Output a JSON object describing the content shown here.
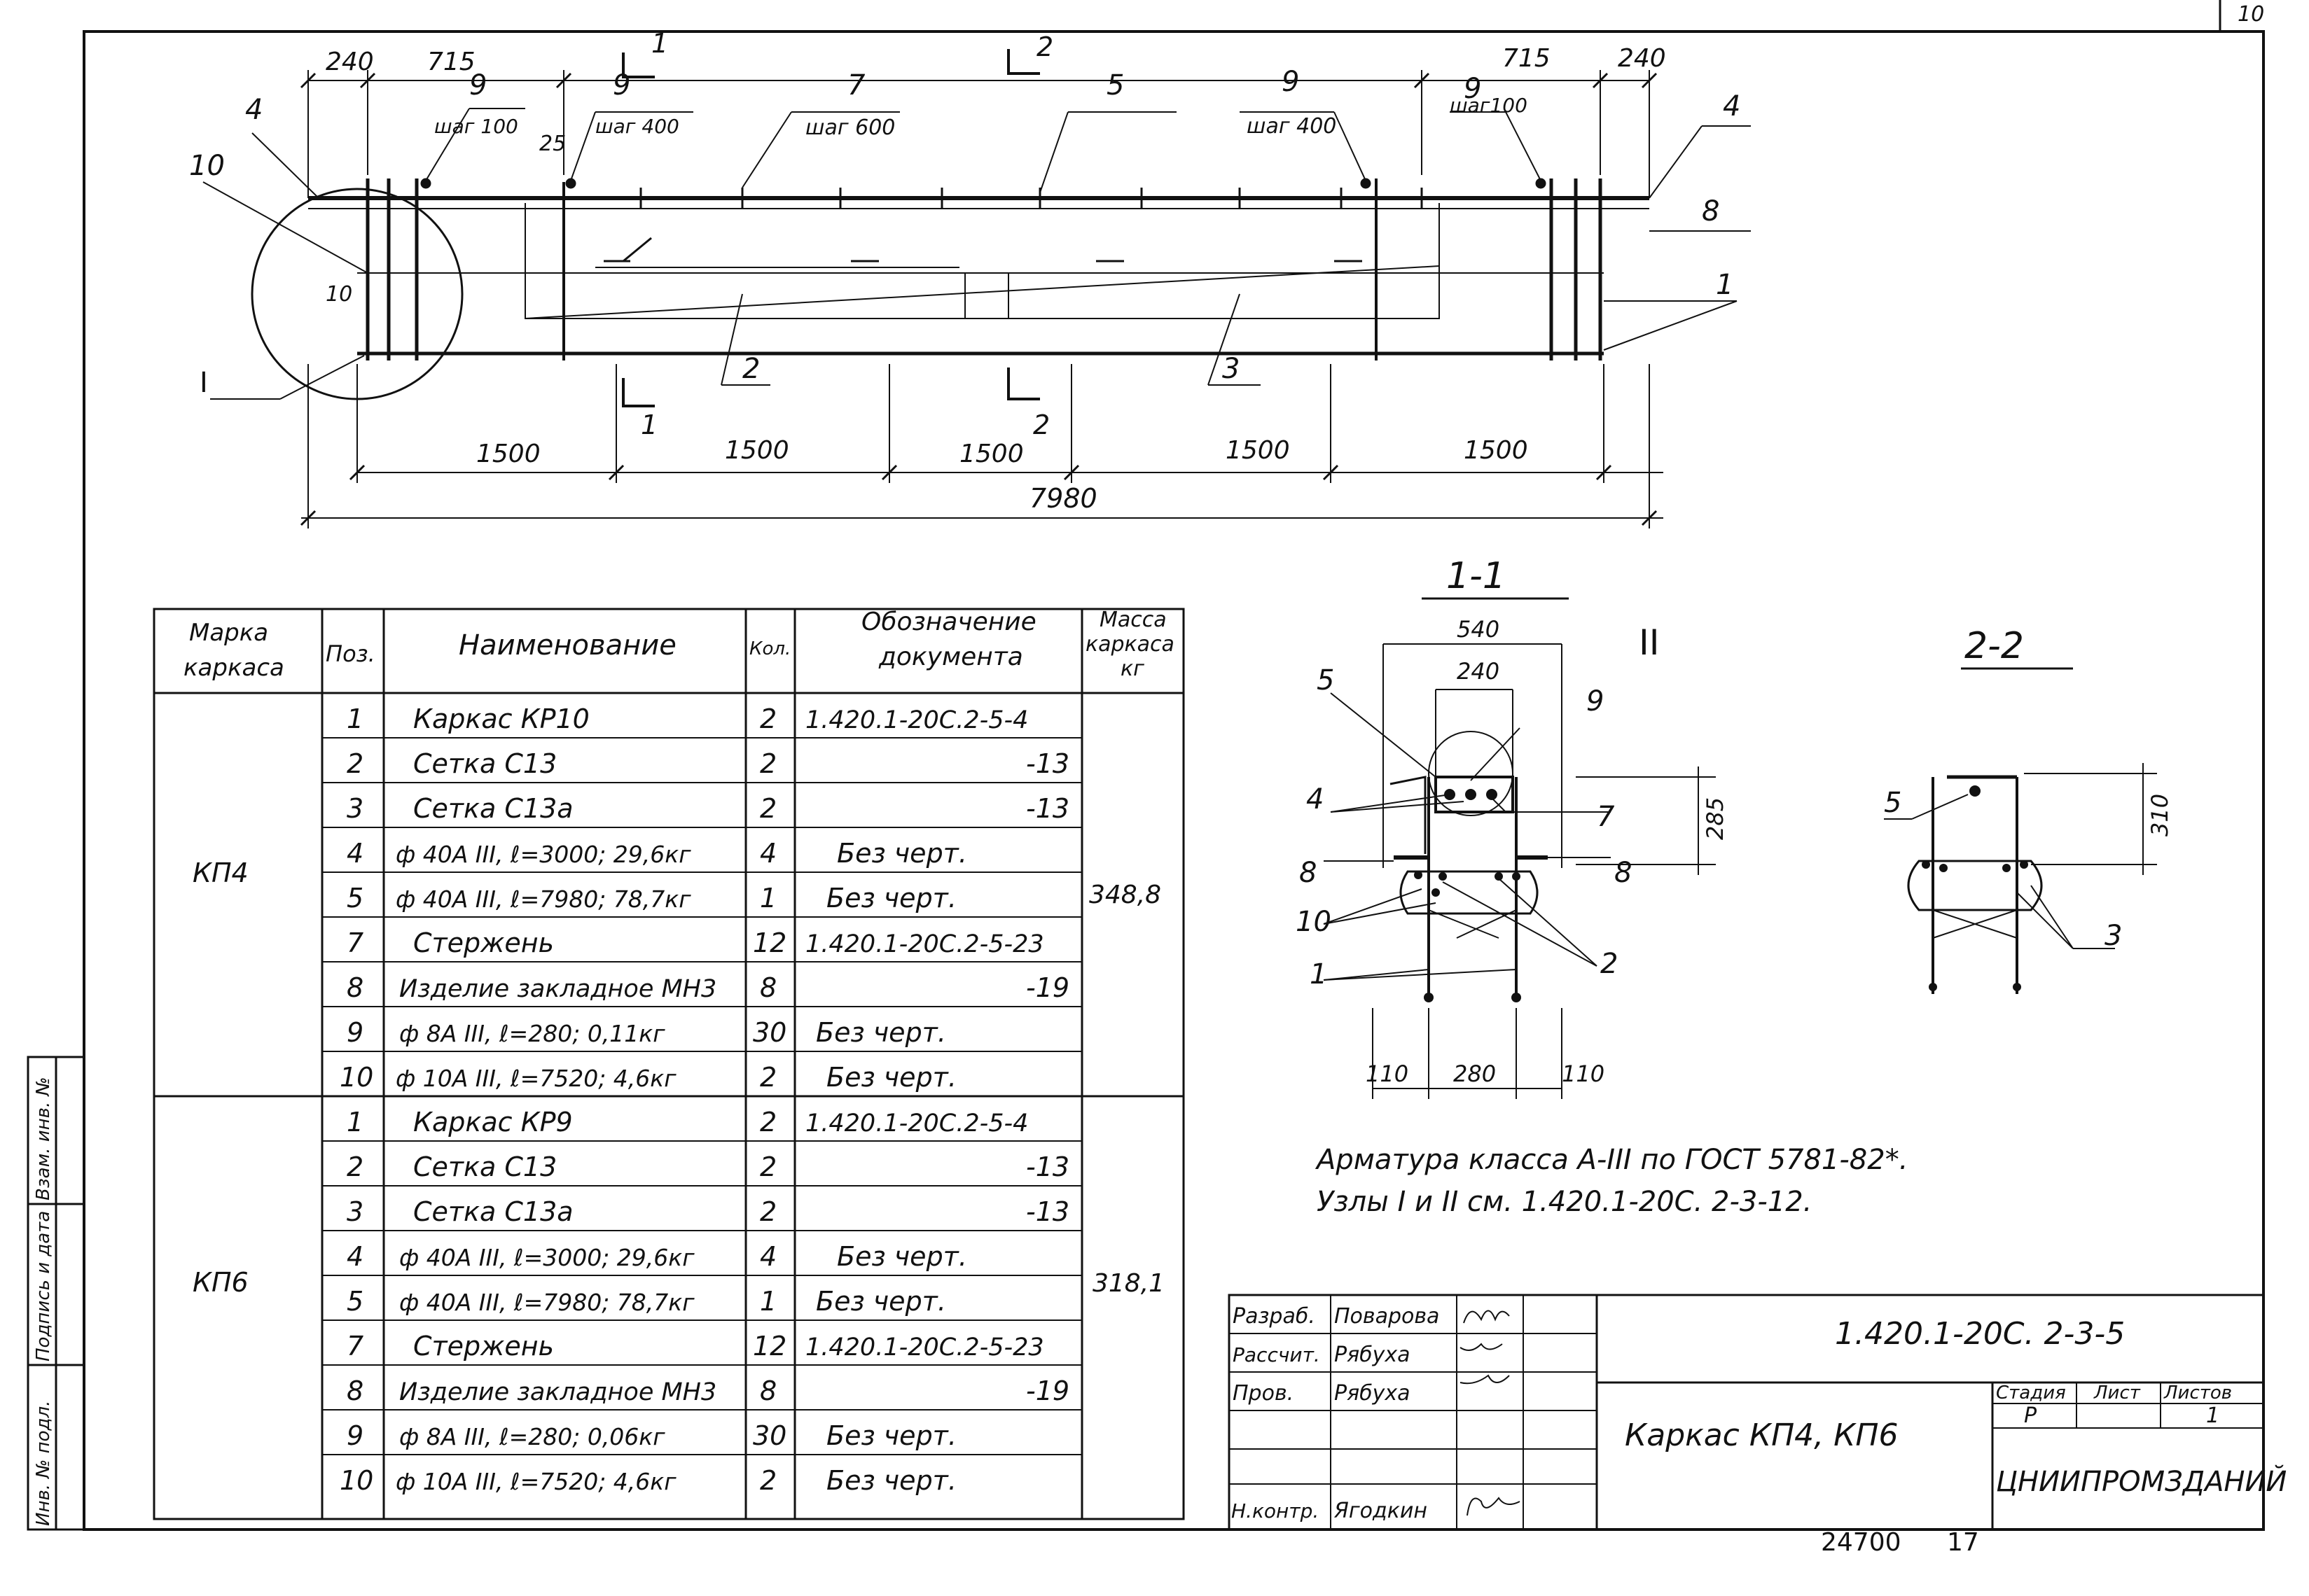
{
  "sheet": {
    "corner_number": "10",
    "footer_left": "24700",
    "footer_right": "17"
  },
  "drawing": {
    "elevation": {
      "dims_top": [
        "240",
        "715",
        "715",
        "240"
      ],
      "dims_bottom": [
        "1500",
        "1500",
        "1500",
        "1500",
        "1500"
      ],
      "total_length": "7980",
      "dim_25": "25",
      "dim_10": "10",
      "callouts": [
        {
          "pos": "9",
          "note": "шаг 100"
        },
        {
          "pos": "9",
          "note": "шаг 400"
        },
        {
          "pos": "7",
          "note": "шаг 600"
        },
        {
          "pos": "5",
          "note": ""
        },
        {
          "pos": "9",
          "note": "шаг 400"
        },
        {
          "pos": "9",
          "note": "шаг100"
        }
      ],
      "labels": {
        "pos4_left": "4",
        "pos4_right": "4",
        "pos10": "10",
        "pos8": "8",
        "pos1": "1",
        "pos2": "2",
        "pos3": "3",
        "node1": "I"
      },
      "section_marks": {
        "cut1_top": "1",
        "cut1_bottom": "1",
        "cut2_top": "2",
        "cut2_bottom": "2"
      }
    },
    "section_1_1": {
      "title": "1-1",
      "node": "II",
      "dims": {
        "w540": "540",
        "w240": "240",
        "h285": "285",
        "d110_left": "110",
        "d280": "280",
        "d110_right": "110"
      },
      "labels": [
        "5",
        "9",
        "4",
        "7",
        "8",
        "8",
        "10",
        "2",
        "1"
      ]
    },
    "section_2_2": {
      "title": "2-2",
      "dims": {
        "h310": "310"
      },
      "labels": [
        "5",
        "3"
      ]
    },
    "notes": [
      "Арматура класса А-III по ГОСТ 5781-82*.",
      "Узлы I и II см. 1.420.1-20С. 2-3-12."
    ]
  },
  "spec_table": {
    "headers": {
      "mark": "Марка каркаса",
      "pos": "Поз.",
      "name": "Наименование",
      "qty": "Кол.",
      "doc": "Обозначение документа",
      "mass": "Масса каркаса кг"
    },
    "groups": [
      {
        "mark": "КП4",
        "mass": "348,8",
        "rows": [
          {
            "pos": "1",
            "name": "Каркас КР10",
            "qty": "2",
            "doc": "1.420.1-20С.2-5-4"
          },
          {
            "pos": "2",
            "name": "Сетка С13",
            "qty": "2",
            "doc": "-13"
          },
          {
            "pos": "3",
            "name": "Сетка С13а",
            "qty": "2",
            "doc": "-13"
          },
          {
            "pos": "4",
            "name": "ф 40А III, ℓ=3000; 29,6кг",
            "qty": "4",
            "doc": "Без черт."
          },
          {
            "pos": "5",
            "name": "ф 40А III, ℓ=7980; 78,7кг",
            "qty": "1",
            "doc": "Без черт."
          },
          {
            "pos": "7",
            "name": "Стержень",
            "qty": "12",
            "doc": "1.420.1-20С.2-5-23"
          },
          {
            "pos": "8",
            "name": "Изделие закладное МН3",
            "qty": "8",
            "doc": "-19"
          },
          {
            "pos": "9",
            "name": "ф 8А III, ℓ=280; 0,11кг",
            "qty": "30",
            "doc": "Без черт."
          },
          {
            "pos": "10",
            "name": "ф 10А III, ℓ=7520; 4,6кг",
            "qty": "2",
            "doc": "Без черт."
          }
        ]
      },
      {
        "mark": "КП6",
        "mass": "318,1",
        "rows": [
          {
            "pos": "1",
            "name": "Каркас КР9",
            "qty": "2",
            "doc": "1.420.1-20С.2-5-4"
          },
          {
            "pos": "2",
            "name": "Сетка С13",
            "qty": "2",
            "doc": "-13"
          },
          {
            "pos": "3",
            "name": "Сетка С13а",
            "qty": "2",
            "doc": "-13"
          },
          {
            "pos": "4",
            "name": "ф 40А III, ℓ=3000; 29,6кг",
            "qty": "4",
            "doc": "Без черт."
          },
          {
            "pos": "5",
            "name": "ф 40А III, ℓ=7980; 78,7кг",
            "qty": "1",
            "doc": "Без черт."
          },
          {
            "pos": "7",
            "name": "Стержень",
            "qty": "12",
            "doc": "1.420.1-20С.2-5-23"
          },
          {
            "pos": "8",
            "name": "Изделие закладное МН3",
            "qty": "8",
            "doc": "-19"
          },
          {
            "pos": "9",
            "name": "ф 8А III, ℓ=280; 0,06кг",
            "qty": "30",
            "doc": "Без черт."
          },
          {
            "pos": "10",
            "name": "ф 10А III, ℓ=7520; 4,6кг",
            "qty": "2",
            "doc": "Без черт."
          }
        ]
      }
    ]
  },
  "side_stamp": [
    "Инв. № подл.",
    "Подпись и дата",
    "Взам. инв. №"
  ],
  "title_block": {
    "code": "1.420.1-20С. 2-3-5",
    "title": "Каркас КП4, КП6",
    "org": "ЦНИИПРОМЗДАНИЙ",
    "stage_label": "Стадия",
    "sheet_label": "Лист",
    "sheets_label": "Листов",
    "stage": "Р",
    "sheets": "1",
    "people": [
      {
        "role": "Разраб.",
        "name": "Поварова"
      },
      {
        "role": "Рассчит.",
        "name": "Рябуха"
      },
      {
        "role": "Пров.",
        "name": "Рябуха"
      },
      {
        "role": "",
        "name": ""
      },
      {
        "role": "",
        "name": ""
      },
      {
        "role": "Н.контр.",
        "name": "Ягодкин"
      }
    ]
  }
}
